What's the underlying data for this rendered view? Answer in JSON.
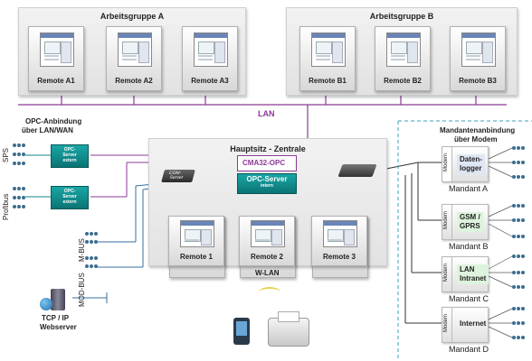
{
  "groups": {
    "a": {
      "title": "Arbeitsgruppe A",
      "remotes": [
        "Remote A1",
        "Remote A2",
        "Remote A3"
      ]
    },
    "b": {
      "title": "Arbeitsgruppe B",
      "remotes": [
        "Remote B1",
        "Remote B2",
        "Remote B3"
      ]
    },
    "hq": {
      "title": "Hauptsitz - Zentrale",
      "remotes": [
        "Remote 1",
        "Remote 2",
        "Remote 3"
      ]
    }
  },
  "lan_label": "LAN",
  "wlan_label": "W-LAN",
  "opc": {
    "heading": [
      "OPC-Anbindung",
      "über LAN/WAN"
    ],
    "sps": "SPS",
    "profibus": "Profibus",
    "server_extern": [
      "OPC-",
      "Server",
      "extern"
    ]
  },
  "central": {
    "cma32": "CMA32-OPC",
    "opc_server": "OPC-Server",
    "opc_intern": "intern",
    "com_server": [
      "COM-",
      "Server"
    ]
  },
  "bus": {
    "mbus": "M-BUS",
    "modbus": "MOD-BUS"
  },
  "webserver": [
    "TCP / IP",
    "Webserver"
  ],
  "mandant": {
    "heading": [
      "Mandantenanbindung",
      "über Modem"
    ],
    "modem_word": "Modem",
    "items": [
      {
        "label": [
          "Daten-",
          "logger"
        ],
        "name": "Mandant A"
      },
      {
        "label": [
          "GSM /",
          "GPRS"
        ],
        "name": "Mandant B"
      },
      {
        "label": [
          "LAN",
          "Intranet"
        ],
        "name": "Mandant C"
      },
      {
        "label": [
          "Internet",
          ""
        ],
        "name": "Mandant D"
      }
    ]
  },
  "colors": {
    "purple": "#8b3a96",
    "teal": "#0e8a8a",
    "dark": "#333333",
    "group_bg": "#e8e8e8",
    "dash": "#3aa0b8"
  },
  "icons": [
    "monitor-icon",
    "router-icon",
    "com-server-icon",
    "sensor-icon",
    "phone-icon",
    "fax-icon",
    "server-rack-icon",
    "globe-icon",
    "wifi-icon"
  ]
}
